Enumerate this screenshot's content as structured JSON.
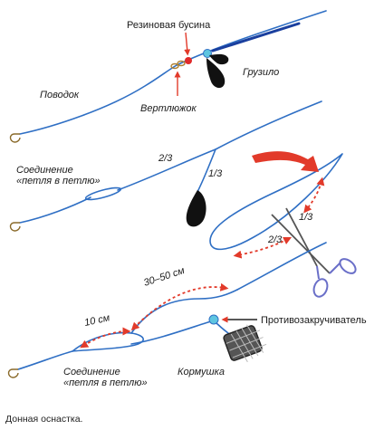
{
  "labels": {
    "rubber_bead": "Резиновая бусина",
    "leader": "Поводок",
    "sinker": "Грузило",
    "swivel": "Вертлюжок",
    "two_thirds_1": "2/3",
    "one_third_1": "1/3",
    "connection_1_line1": "Соединение",
    "connection_1_line2": "«петля в петлю»",
    "one_third_2": "1/3",
    "two_thirds_2": "2/3",
    "dist_30_50": "30–50 см",
    "dist_10": "10 см",
    "anti_twist": "Противозакручиватель",
    "connection_2_line1": "Соединение",
    "connection_2_line2": "«петля в петлю»",
    "feeder": "Кормушка"
  },
  "caption": "Донная оснастка.",
  "colors": {
    "line": "#2f6fc4",
    "rod": "#1a3f9e",
    "accent": "#e23a2a",
    "sinker": "#111111",
    "bead": "#e02a2a",
    "anti_twist": "#5ec5e0"
  }
}
